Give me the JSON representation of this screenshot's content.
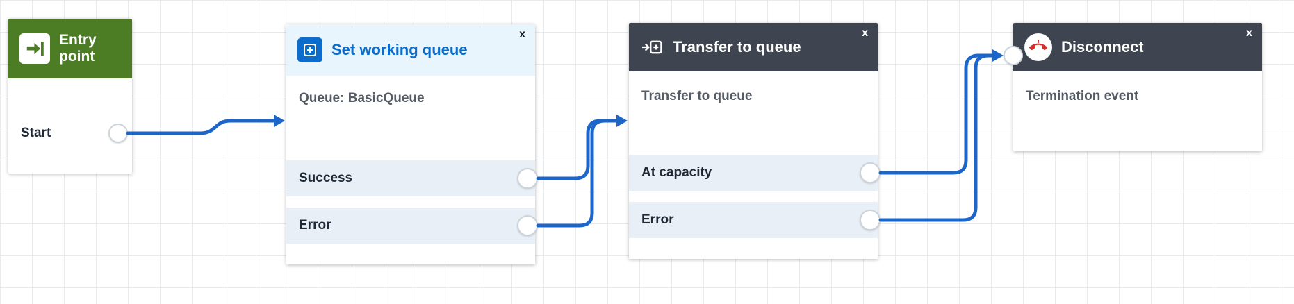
{
  "ui": {
    "close_label": "x"
  },
  "colors": {
    "connection_blue": "#1d66c9",
    "entry_green": "#4c7d24",
    "header_dark_gray": "#3f4550",
    "header_light_blue": "#e9f5fc",
    "title_blue": "#0c6ccb",
    "output_row_blue": "#e9eff6",
    "subtitle_gray": "#545b64",
    "disconnect_phone_red": "#d4302e"
  },
  "nodes": {
    "entry": {
      "title": "Entry point",
      "output": "Start",
      "icon": "entry-arrow-icon"
    },
    "set_working_queue": {
      "title": "Set working queue",
      "subtitle": "Queue: BasicQueue",
      "outputs": [
        {
          "label": "Success"
        },
        {
          "label": "Error"
        }
      ],
      "icon": "add-queue-icon"
    },
    "transfer_to_queue": {
      "title": "Transfer to queue",
      "subtitle": "Transfer to queue",
      "outputs": [
        {
          "label": "At capacity"
        },
        {
          "label": "Error"
        }
      ],
      "icon": "transfer-queue-icon"
    },
    "disconnect": {
      "title": "Disconnect",
      "subtitle": "Termination event",
      "icon": "hang-up-phone-icon"
    }
  },
  "connections": [
    {
      "from": "Start",
      "to": "Set working queue"
    },
    {
      "from": "Success",
      "to": "Transfer to queue"
    },
    {
      "from": "Error",
      "to": "Transfer to queue"
    },
    {
      "from": "At capacity",
      "to": "Disconnect"
    },
    {
      "from": "Error",
      "to": "Disconnect"
    }
  ]
}
